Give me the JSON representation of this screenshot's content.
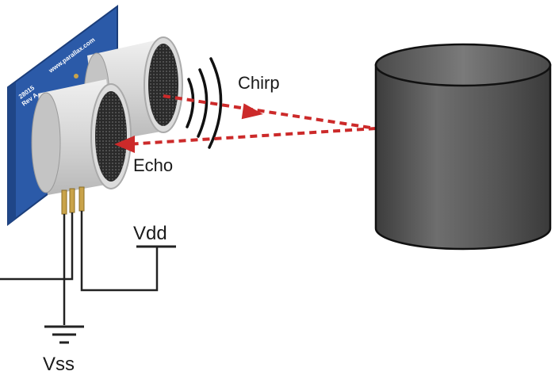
{
  "labels": {
    "chirp": "Chirp",
    "echo": "Echo",
    "vdd": "Vdd",
    "vss": "Vss"
  },
  "board": {
    "url_text": "www.parallax.com",
    "model_text": "28015",
    "rev_text": "Rev A"
  },
  "colors": {
    "board_blue": "#2b5aa8",
    "signal_red": "#cc2a2a",
    "cylinder_gray": "#5a5a5a",
    "wire": "#222222"
  }
}
